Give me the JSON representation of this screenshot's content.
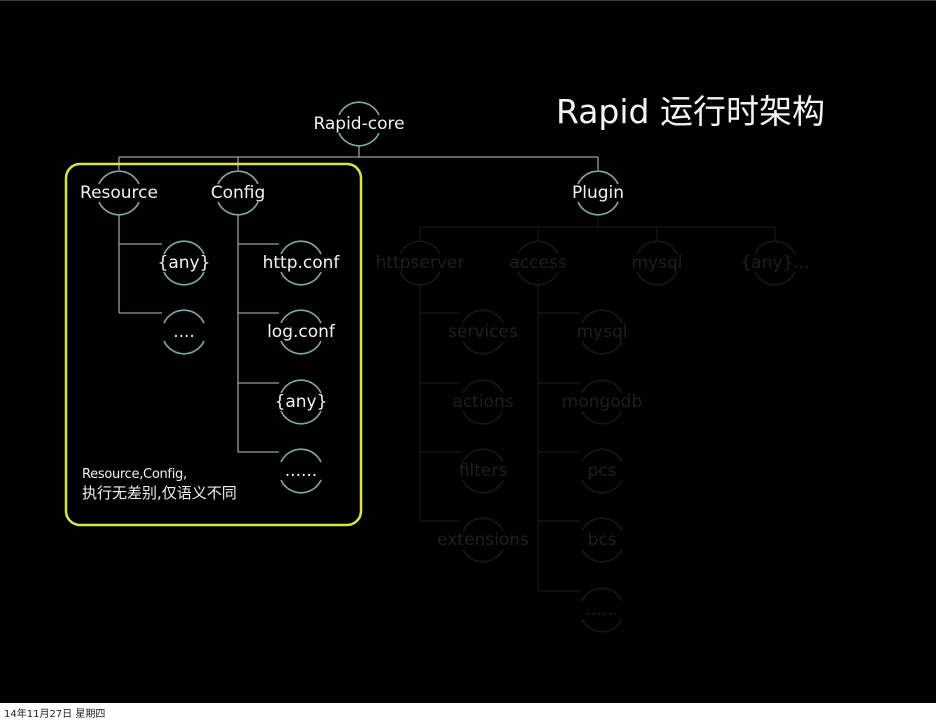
{
  "slide": {
    "title": "Rapid 运行时架构",
    "footer_date": "14年11月27日 星期四",
    "colors": {
      "background": "#000000",
      "line": "#8fa3a3",
      "arc": "#7fa9a3",
      "highlight_box": "#d9e34a",
      "dim": "#1f1f1f",
      "text": "#f2f2f2"
    }
  },
  "tree": {
    "root": {
      "id": "rapid-core",
      "label": "Rapid-core"
    },
    "level1": [
      {
        "id": "resource",
        "label": "Resource",
        "highlighted": true
      },
      {
        "id": "config",
        "label": "Config",
        "highlighted": true
      },
      {
        "id": "plugin",
        "label": "Plugin",
        "highlighted": false
      }
    ],
    "resource_children": [
      {
        "id": "resource-any",
        "label": "{any}"
      },
      {
        "id": "resource-more",
        "label": "...."
      }
    ],
    "config_children": [
      {
        "id": "config-http",
        "label": "http.conf"
      },
      {
        "id": "config-log",
        "label": "log.conf"
      },
      {
        "id": "config-any",
        "label": "{any}"
      },
      {
        "id": "config-more",
        "label": "......"
      }
    ],
    "plugin_children": [
      {
        "id": "plugin-httpserver",
        "label": "httpserver",
        "dim": true
      },
      {
        "id": "plugin-access",
        "label": "access",
        "dim": true
      },
      {
        "id": "plugin-mysql",
        "label": "mysql",
        "dim": true
      },
      {
        "id": "plugin-any",
        "label": "{any}...",
        "dim": true
      }
    ],
    "httpserver_children": [
      {
        "id": "hs-services",
        "label": "services",
        "dim": true
      },
      {
        "id": "hs-actions",
        "label": "actions",
        "dim": true
      },
      {
        "id": "hs-filters",
        "label": "filters",
        "dim": true
      },
      {
        "id": "hs-extensions",
        "label": "extensions",
        "dim": true
      }
    ],
    "access_children": [
      {
        "id": "ac-mysql",
        "label": "mysql",
        "dim": true
      },
      {
        "id": "ac-mongodb",
        "label": "mongodb",
        "dim": true
      },
      {
        "id": "ac-pcs",
        "label": "pcs",
        "dim": true
      },
      {
        "id": "ac-bcs",
        "label": "bcs",
        "dim": true
      },
      {
        "id": "ac-more",
        "label": "......",
        "dim": true
      }
    ]
  },
  "highlight_note": {
    "line1": "Resource,Config,",
    "line2": "执行无差别,仅语义不同"
  }
}
